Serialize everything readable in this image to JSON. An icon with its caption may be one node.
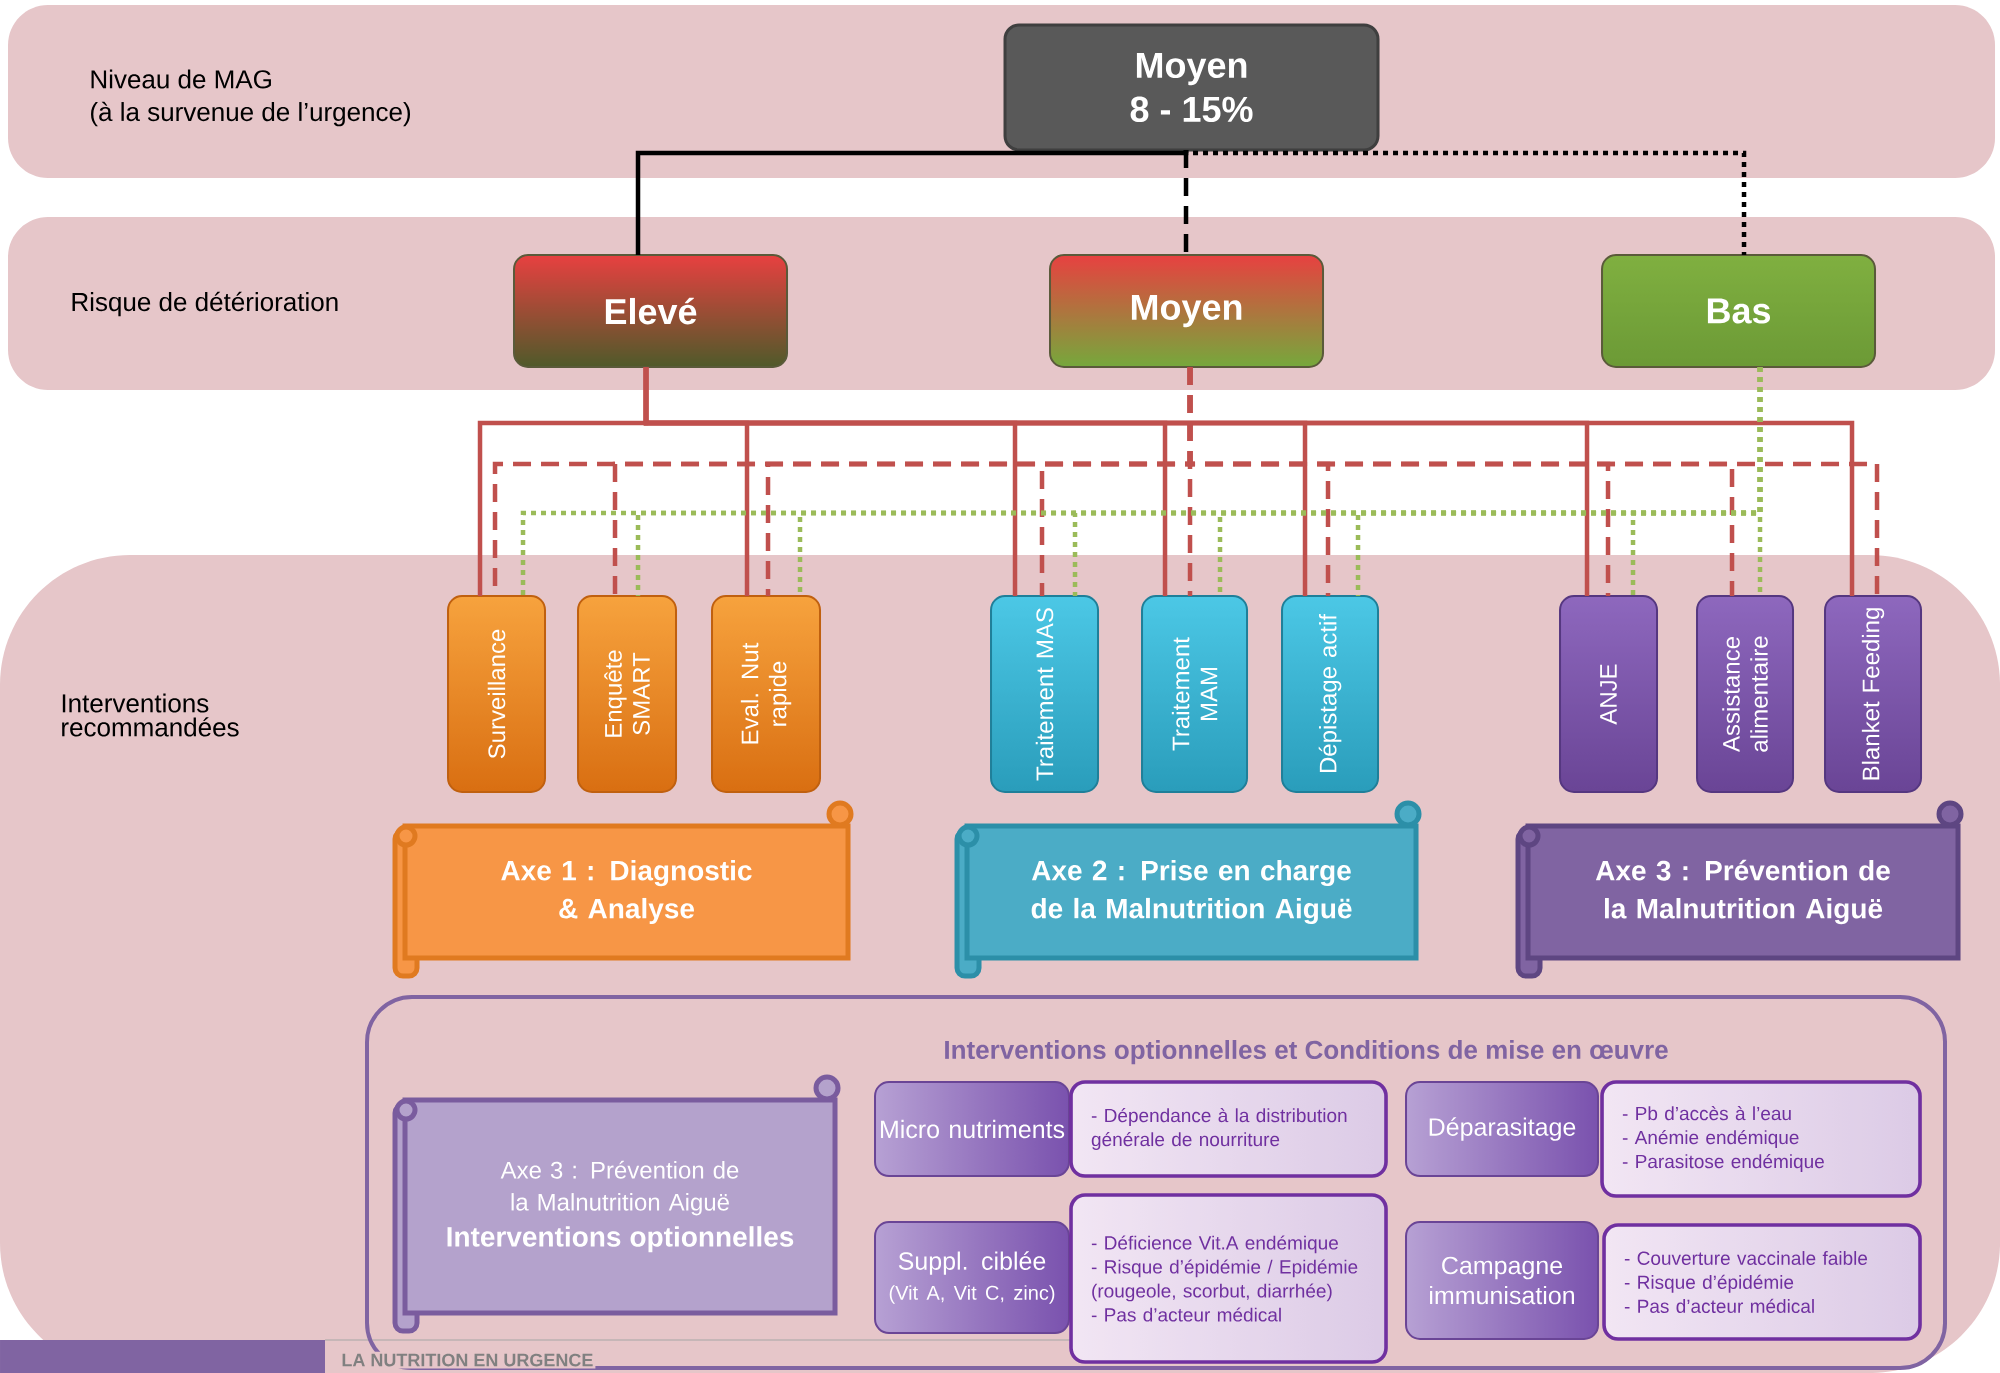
{
  "diagram": {
    "nodes": [
      {
        "text": [
          "Moyen",
          "8 - 15%"
        ]
      },
      {
        "text": [
          "Elevé"
        ]
      },
      {
        "text": [
          "Moyen"
        ]
      },
      {
        "text": [
          "Bas"
        ]
      },
      {
        "text": [
          "Surveillance"
        ]
      },
      {
        "text": [
          "Enquête SMART"
        ]
      },
      {
        "text": [
          "Eval. Nut rapide"
        ]
      },
      {
        "text": [
          "Traitement MAS"
        ]
      },
      {
        "text": [
          "Traitement MAM"
        ]
      },
      {
        "text": [
          "Dépistage actif"
        ]
      },
      {
        "text": [
          "ANJE"
        ]
      },
      {
        "text": [
          "Assistance alimentaire"
        ]
      },
      {
        "text": [
          "Blanket Feeding"
        ]
      },
      {
        "text": [
          "Axe 1 : Diagnostic & Analyse"
        ]
      },
      {
        "text": [
          "Axe 2 : Prise en charge de la Malnutrition Aiguë"
        ]
      },
      {
        "text": [
          "Axe 3 : Prévention de la Malnutrition Aiguë"
        ]
      },
      {
        "text": [
          "Interventions optionnelles et Conditions de mise en œuvre"
        ]
      },
      {
        "text": [
          "Axe 3 : Prévention de la Malnutrition Aiguë",
          "Interventions optionnelles"
        ],
        "in": 16
      },
      {
        "text": [
          "Micro nutriments"
        ],
        "in": 16
      },
      {
        "text": [
          "- Dépendance à la distribution générale de nourriture"
        ],
        "in": 16
      },
      {
        "text": [
          "Déparasitage"
        ],
        "in": 16
      },
      {
        "text": [
          "- Pb d’accès à l’eau",
          "- Anémie endémique",
          "- Parasitose endémique"
        ],
        "in": 16
      },
      {
        "text": [
          "Suppl. ciblée",
          "(Vit A, Vit C, zinc)"
        ],
        "in": 16
      },
      {
        "text": [
          "- Déficience Vit.A  endémique",
          "- Risque d’épidémie / Epidémie (rougeole, scorbut, diarrhée)",
          "- Pas d’acteur médical"
        ],
        "in": 16
      },
      {
        "text": [
          "Campagne immunisation"
        ],
        "in": 16
      },
      {
        "text": [
          "- Couverture vaccinale faible",
          "- Risque d’épidémie",
          "- Pas d’acteur médical"
        ],
        "in": 16
      }
    ],
    "edges": [
      {
        "from": 0,
        "to": 1,
        "arrow": "none",
        "color": "#000000"
      },
      {
        "from": 0,
        "to": 2,
        "arrow": "none",
        "style": "dashed",
        "color": "#000000"
      },
      {
        "from": 0,
        "to": 3,
        "arrow": "none",
        "style": "dashed",
        "color": "#000000"
      },
      {
        "from": 1,
        "to": 4,
        "arrow": "none"
      },
      {
        "from": 1,
        "to": 6,
        "arrow": "none"
      },
      {
        "from": 1,
        "to": 7,
        "arrow": "none"
      },
      {
        "from": 1,
        "to": 8,
        "arrow": "none"
      },
      {
        "from": 1,
        "to": 9,
        "arrow": "none"
      },
      {
        "from": 1,
        "to": 10,
        "arrow": "none"
      },
      {
        "from": 1,
        "to": 12,
        "arrow": "none"
      },
      {
        "from": 2,
        "to": 4,
        "arrow": "none",
        "style": "dashed"
      },
      {
        "from": 2,
        "to": 5,
        "arrow": "none",
        "style": "dashed"
      },
      {
        "from": 2,
        "to": 6,
        "arrow": "none",
        "style": "dashed"
      },
      {
        "from": 2,
        "to": 7,
        "arrow": "none",
        "style": "dashed"
      },
      {
        "from": 2,
        "to": 8,
        "arrow": "none",
        "style": "dashed"
      },
      {
        "from": 2,
        "to": 9,
        "arrow": "none",
        "style": "dashed"
      },
      {
        "from": 2,
        "to": 10,
        "arrow": "none",
        "style": "dashed"
      },
      {
        "from": 2,
        "to": 11,
        "arrow": "none",
        "style": "dashed"
      },
      {
        "from": 2,
        "to": 12,
        "arrow": "none",
        "style": "dashed"
      },
      {
        "from": 3,
        "to": 4,
        "arrow": "none",
        "style": "dashed",
        "color": "#9bbb59"
      },
      {
        "from": 3,
        "to": 5,
        "arrow": "none",
        "style": "dashed",
        "color": "#9bbb59"
      },
      {
        "from": 3,
        "to": 6,
        "arrow": "none",
        "style": "dashed",
        "color": "#9bbb59"
      },
      {
        "from": 3,
        "to": 7,
        "arrow": "none",
        "style": "dashed",
        "color": "#9bbb59"
      },
      {
        "from": 3,
        "to": 8,
        "arrow": "none",
        "style": "dashed",
        "color": "#9bbb59"
      },
      {
        "from": 3,
        "to": 9,
        "arrow": "none",
        "style": "dashed",
        "color": "#9bbb59"
      },
      {
        "from": 3,
        "to": 10,
        "arrow": "none",
        "style": "dashed",
        "color": "#9bbb59"
      },
      {
        "from": 3,
        "to": 11,
        "arrow": "none",
        "style": "dashed",
        "color": "#9bbb59"
      }
    ],
    "labels": [
      "Niveau de MAG",
      "(à la survenue de l’urgence)",
      "Risque de détérioration",
      "Interventions recommandées",
      "LA NUTRITION EN URGENCE"
    ]
  }
}
